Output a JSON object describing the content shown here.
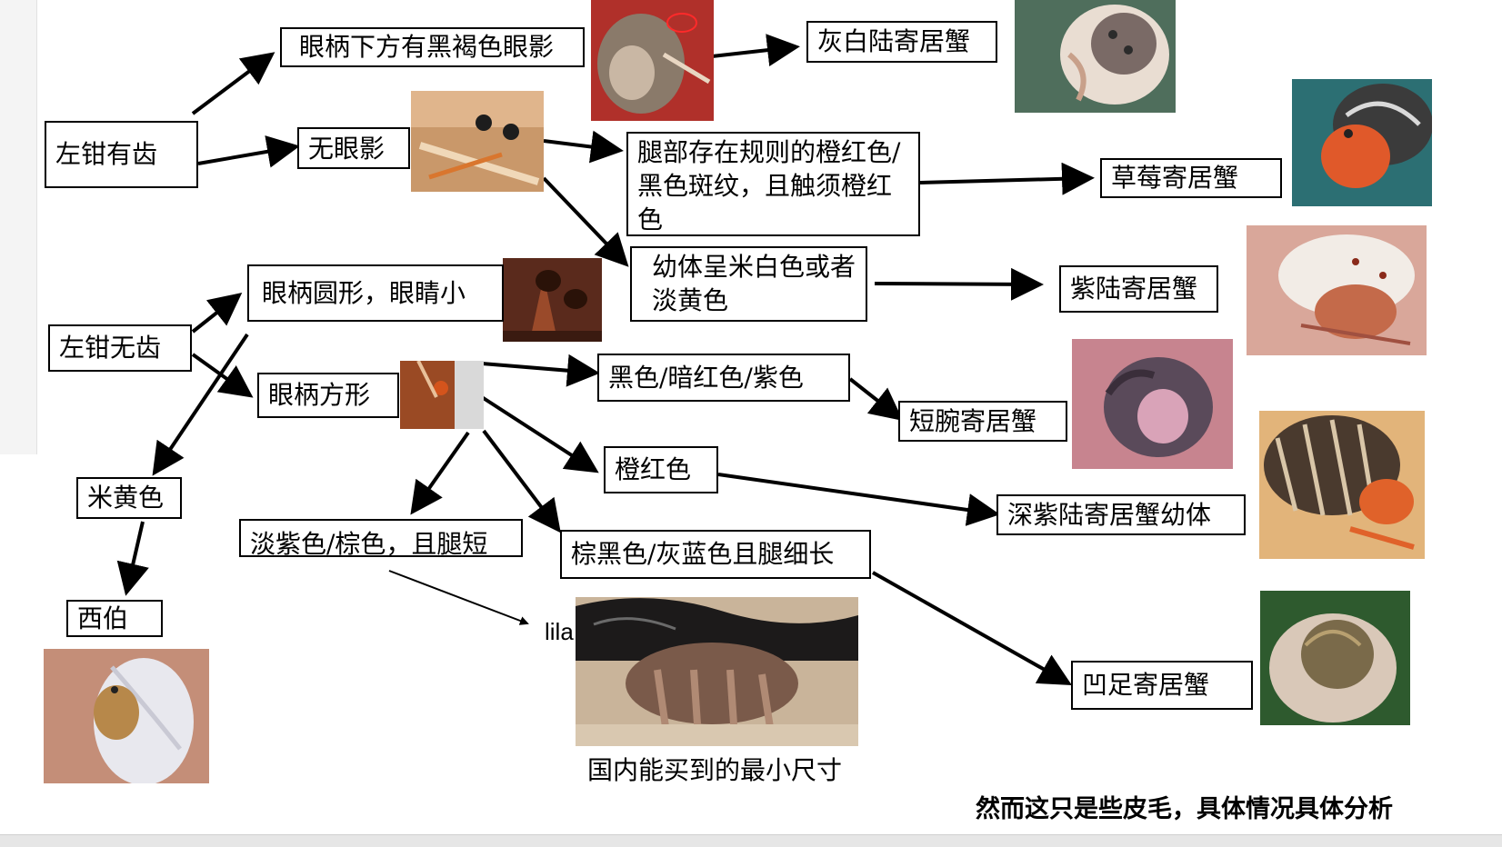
{
  "nodes": {
    "left_teeth": "左钳有齿",
    "left_no_teeth": "左钳无齿",
    "eye_shadow": "眼柄下方有黑褐色眼影",
    "no_eye_shadow": "无眼影",
    "leg_pattern": "腿部存在规则的橙红色/黑色斑纹，且触须橙红色",
    "juvenile_color": "幼体呈米白色或者淡黄色",
    "round_eyestalk": "眼柄圆形，眼睛小",
    "square_eyestalk": "眼柄方形",
    "black_red_purple": "黑色/暗红色/紫色",
    "orange_red": "橙红色",
    "beige": "米黄色",
    "light_purple_brown": "淡紫色/棕色，且腿短",
    "brown_black_grey_blue": "棕黑色/灰蓝色且腿细长",
    "species_grey_white": "灰白陆寄居蟹",
    "species_strawberry": "草莓寄居蟹",
    "species_purple": "紫陆寄居蟹",
    "species_short_wrist": "短腕寄居蟹",
    "species_deep_purple_juv": "深紫陆寄居蟹幼体",
    "species_concave_foot": "凹足寄居蟹",
    "species_xibo": "西伯"
  },
  "labels": {
    "lila": "lila",
    "caption_smallest": "国内能买到的最小尺寸",
    "footer_note": "然而这只是些皮毛，具体情况具体分析"
  },
  "colors": {
    "line": "#000000",
    "box_border": "#000000",
    "background": "#ffffff"
  }
}
